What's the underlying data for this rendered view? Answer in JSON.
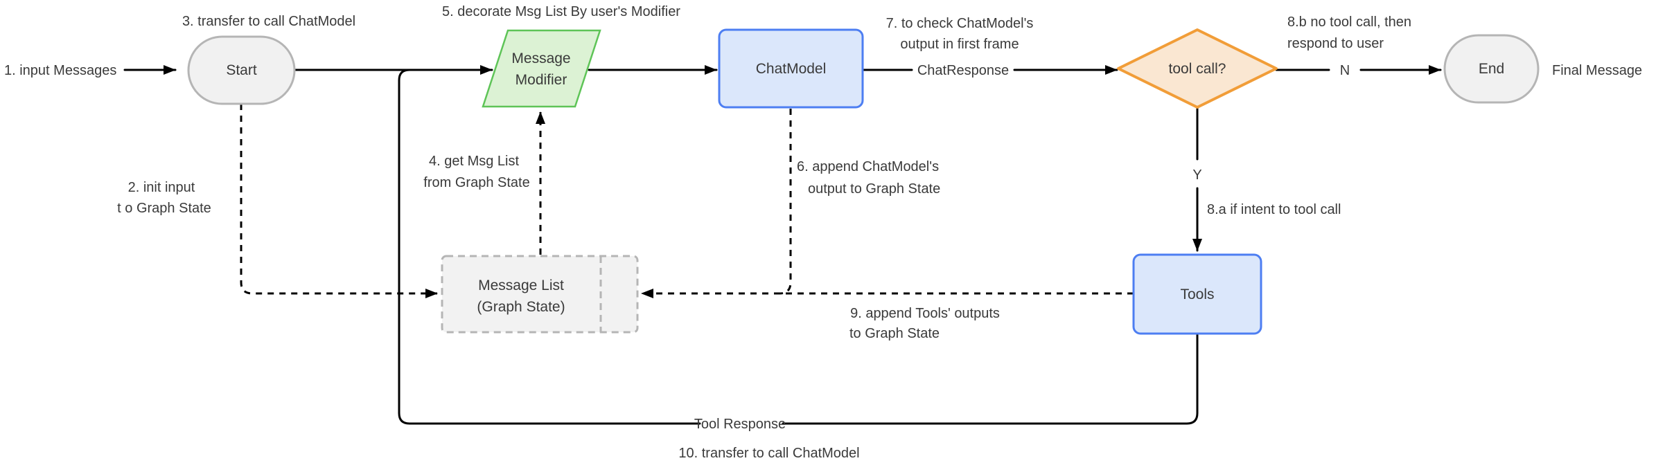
{
  "diagram": {
    "colors": {
      "background": "#ffffff",
      "line": "#000000",
      "text": "#3a3a3a",
      "terminal_fill": "#f1f1f1",
      "terminal_stroke": "#b5b5b5",
      "process_fill": "#dbe7fb",
      "process_stroke": "#4d7ef2",
      "decision_fill": "#fae7d2",
      "decision_stroke": "#f19d38",
      "io_fill": "#dcf2d4",
      "io_stroke": "#5ec457",
      "state_fill": "#f2f2f2",
      "state_stroke": "#b5b5b5"
    },
    "nodes": {
      "start": {
        "label": "Start",
        "shape": "stadium"
      },
      "message_modifier": {
        "line1": "Message",
        "line2": "Modifier",
        "shape": "parallelogram"
      },
      "chat_model": {
        "label": "ChatModel",
        "shape": "rounded-rect"
      },
      "tool_call": {
        "label": "tool call?",
        "shape": "diamond"
      },
      "end": {
        "label": "End",
        "shape": "stadium"
      },
      "tools": {
        "label": "Tools",
        "shape": "rounded-rect"
      },
      "message_list": {
        "line1": "Message List",
        "line2": "(Graph State)",
        "shape": "dashed-rect"
      }
    },
    "edge_labels": {
      "chat_response": "ChatResponse",
      "no": "N",
      "yes": "Y",
      "tool_response": "Tool Response"
    },
    "annotations": {
      "input_messages": "1. input Messages",
      "init_input_line1": "2. init input",
      "init_input_line2": "t o Graph State",
      "transfer_to_call": "3. transfer to call ChatModel",
      "get_msg_line1": "4. get Msg List",
      "get_msg_line2": "from Graph State",
      "decorate": "5. decorate Msg List By user's Modifier",
      "append_chatmodel_line1": "6. append ChatModel's",
      "append_chatmodel_line2": "output to Graph State",
      "check_output_line1": "7. to check ChatModel's",
      "check_output_line2": "output in first frame",
      "no_tool_call_line1": "8.b no tool call, then",
      "no_tool_call_line2": "respond to user",
      "intent_tool_call": "8.a if intent to tool  call",
      "append_tools_line1": "9. append Tools' outputs",
      "append_tools_line2": "to Graph State",
      "tool_response_transfer": "10. transfer to  call ChatModel",
      "final_message": "Final Message"
    }
  }
}
